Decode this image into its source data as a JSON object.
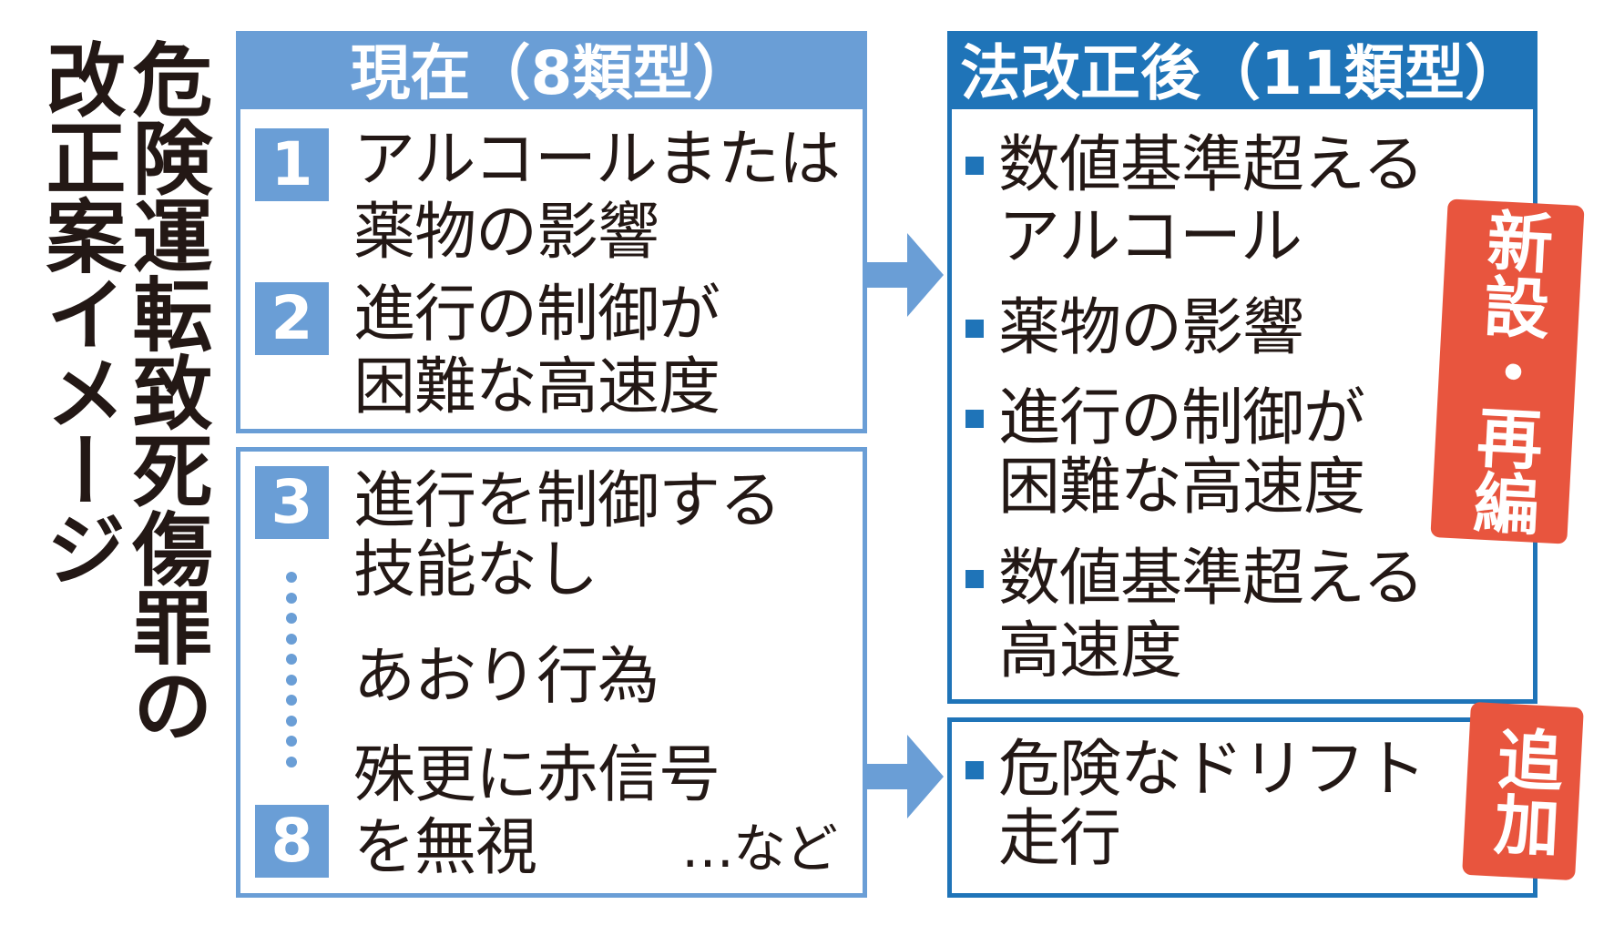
{
  "title": {
    "line1": "危険運転致死傷罪の",
    "line2": "改正案イメージ"
  },
  "colors": {
    "current_blue": "#6a9ed6",
    "revised_blue": "#1f74b8",
    "badge_red": "#e8553e",
    "text": "#231815"
  },
  "current": {
    "header": "現在（8類型）",
    "group1": [
      {
        "number": "1",
        "lines": [
          "アルコールまたは",
          "薬物の影響"
        ]
      },
      {
        "number": "2",
        "lines": [
          "進行の制御が",
          "困難な高速度"
        ]
      }
    ],
    "group2": [
      {
        "number": "3",
        "lines": [
          "進行を制御する",
          "技能なし"
        ]
      },
      {
        "number": "",
        "lines": [
          "あおり行為"
        ]
      },
      {
        "number": "8",
        "lines": [
          "殊更に赤信号",
          "を無視"
        ]
      }
    ],
    "etc": "…など"
  },
  "revised": {
    "header": "法改正後（11類型）",
    "group1": [
      {
        "lines": [
          "数値基準超える",
          "アルコール"
        ]
      },
      {
        "lines": [
          "薬物の影響"
        ]
      },
      {
        "lines": [
          "進行の制御が",
          "困難な高速度"
        ]
      },
      {
        "lines": [
          "数値基準超える",
          "高速度"
        ]
      }
    ],
    "group2": [
      {
        "lines": [
          "危険なドリフト",
          "走行"
        ]
      }
    ],
    "badge1": "新設・再編",
    "badge2": "追加"
  }
}
